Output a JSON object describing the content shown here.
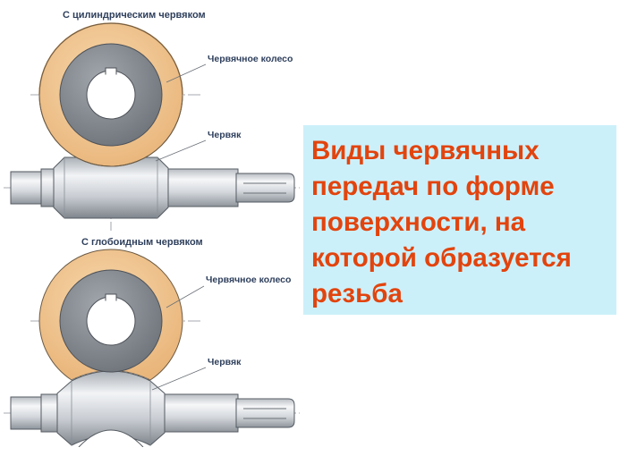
{
  "diagram": {
    "cylindrical": {
      "section_title": "С  цилиндрическим  червяком",
      "wheel_label": "Червячное колесо",
      "worm_label": "Червяк"
    },
    "globoid": {
      "section_title": "С  глобоидным  червяком",
      "wheel_label": "Червячное колесо",
      "worm_label": "Червяк"
    },
    "colors": {
      "wheel_rim": "#f0c690",
      "wheel_hub": "#8a8f96",
      "shaft": "#d4d8dd",
      "label_text": "#2e3f5c"
    }
  },
  "info": {
    "text": "Виды червячных передач по форме поверхности, на которой образуется резьба",
    "text_color": "#e2440e",
    "background": "#ccf0fa"
  }
}
